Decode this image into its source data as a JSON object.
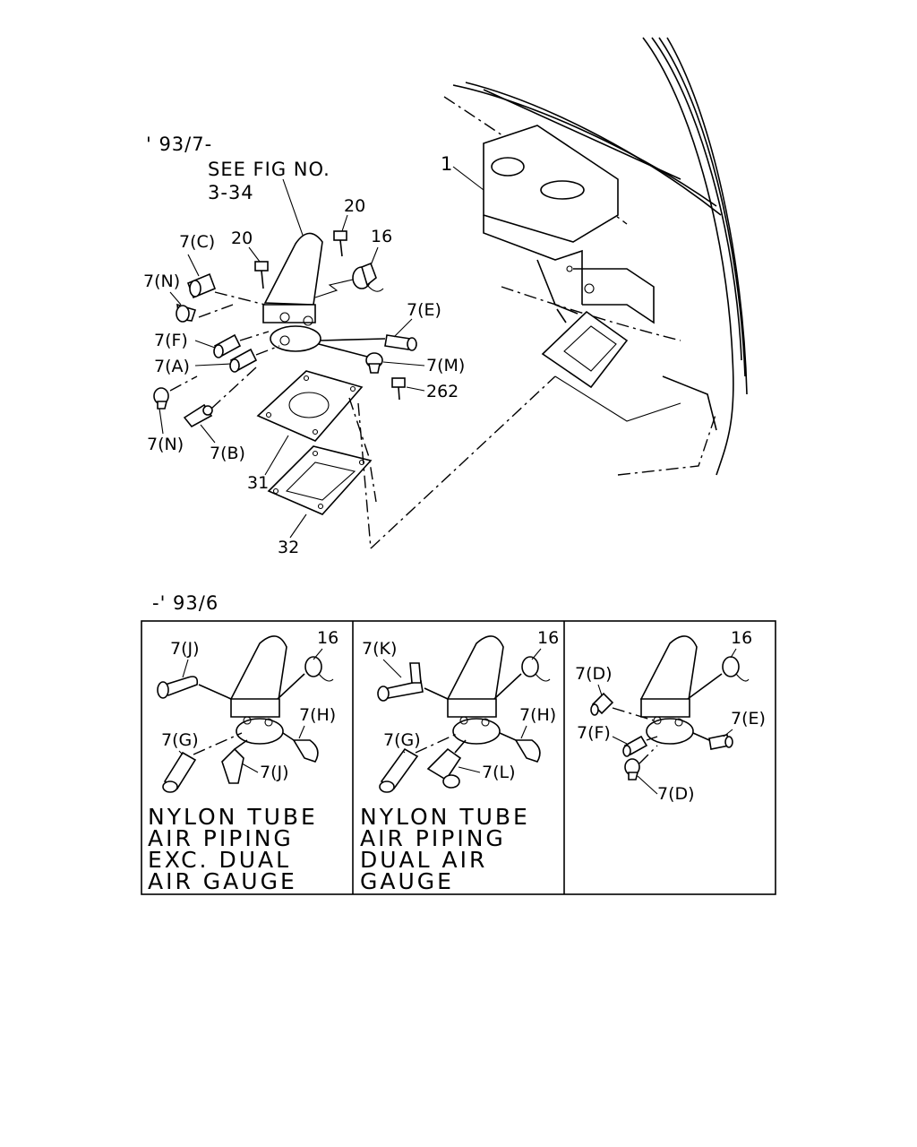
{
  "top_section": {
    "date_range": "' 93/7-",
    "see_ref_line1": "SEE FIG NO.",
    "see_ref_line2": "3-34",
    "callouts": {
      "c1": "1",
      "c20a": "20",
      "c20b": "20",
      "c16": "16",
      "c7C": "7(C)",
      "c7N_top": "7(N)",
      "c7F": "7(F)",
      "c7A": "7(A)",
      "c7E": "7(E)",
      "c7M": "7(M)",
      "c262": "262",
      "c7N_bot": "7(N)",
      "c7B": "7(B)",
      "c31": "31",
      "c32": "32"
    }
  },
  "bottom_section": {
    "date_range": "-' 93/6",
    "panel1": {
      "c7J_top": "7(J)",
      "c16": "16",
      "c7H": "7(H)",
      "c7G": "7(G)",
      "c7J_bot": "7(J)",
      "caption": [
        "NYLON TUBE",
        "AIR PIPING",
        "EXC. DUAL",
        "AIR GAUGE"
      ]
    },
    "panel2": {
      "c7K": "7(K)",
      "c16": "16",
      "c7H": "7(H)",
      "c7G": "7(G)",
      "c7L": "7(L)",
      "caption": [
        "NYLON TUBE",
        "AIR PIPING",
        "DUAL AIR",
        "GAUGE"
      ]
    },
    "panel3": {
      "c7D_top": "7(D)",
      "c16": "16",
      "c7E": "7(E)",
      "c7F": "7(F)",
      "c7D_bot": "7(D)"
    }
  }
}
